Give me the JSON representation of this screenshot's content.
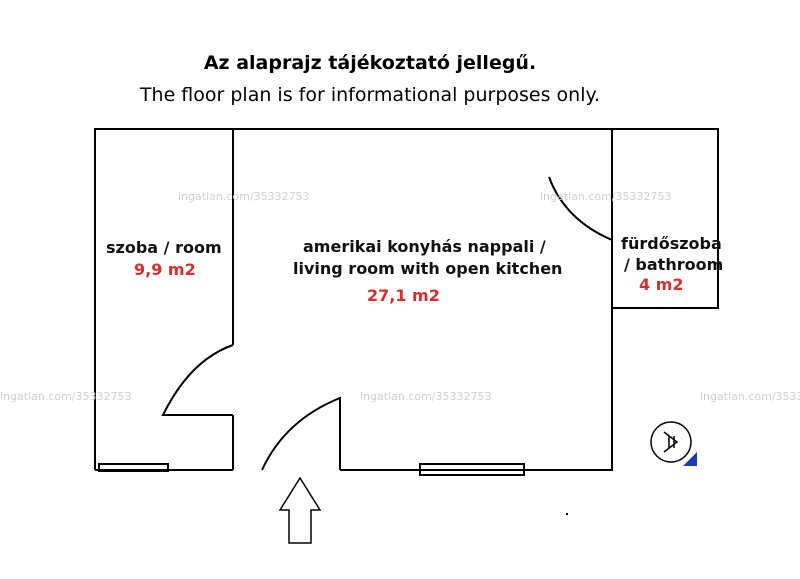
{
  "header": {
    "title_hu": "Az alaprajz tájékoztató jellegű.",
    "title_en": "The floor plan is for informational purposes only."
  },
  "rooms": {
    "room": {
      "label": "szoba / room",
      "area": "9,9 m2"
    },
    "living": {
      "label_line1": "amerikai konyhás nappali /",
      "label_line2": "living room with open kitchen",
      "area": "27,1 m2"
    },
    "bathroom": {
      "label_line1": "fürdőszoba",
      "label_line2": "/ bathroom",
      "area": "4 m2"
    }
  },
  "watermark": "ingatlan.com/35332753",
  "colors": {
    "area_text": "#d32f2f",
    "wall": "#000000",
    "compass_marker": "#1a3fb5"
  }
}
